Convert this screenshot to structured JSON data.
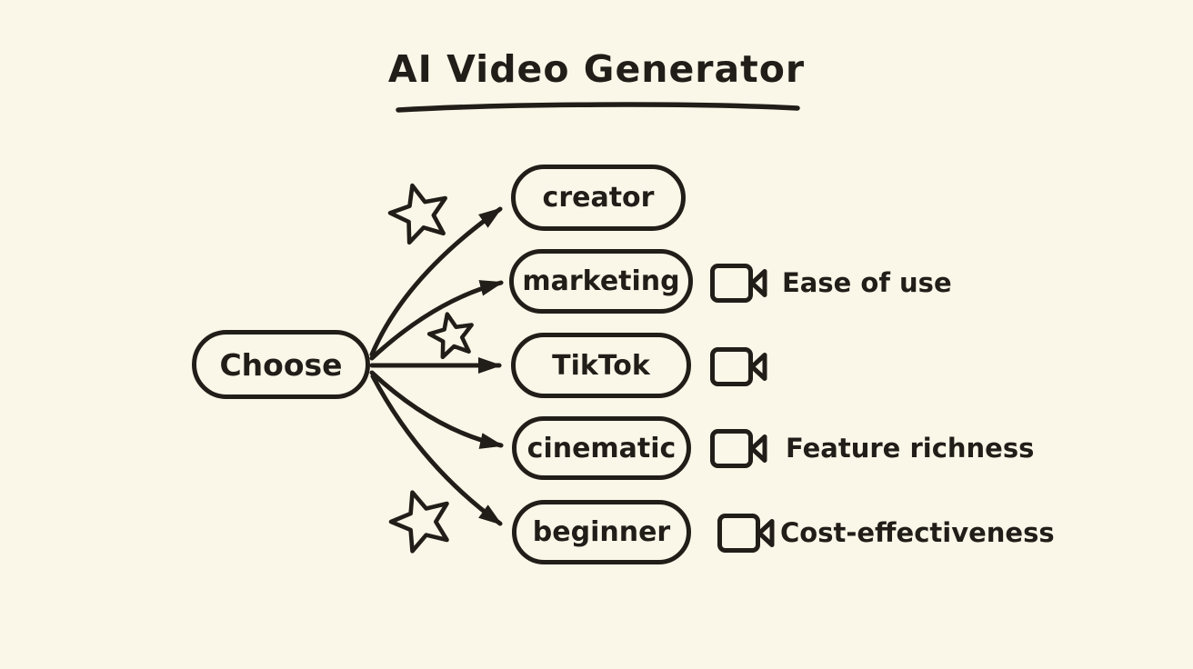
{
  "colors": {
    "background": "#faf7e8",
    "ink": "#211e19"
  },
  "title": {
    "text": "AI Video Generator"
  },
  "root_node": {
    "label": "Choose"
  },
  "options": [
    {
      "label": "creator",
      "criterion": "",
      "camera_icon": false,
      "star_icon": true
    },
    {
      "label": "marketing",
      "criterion": "Ease of use",
      "camera_icon": true,
      "star_icon": false
    },
    {
      "label": "TikTok",
      "criterion": "",
      "camera_icon": true,
      "star_icon": true
    },
    {
      "label": "cinematic",
      "criterion": "Feature richness",
      "camera_icon": true,
      "star_icon": false
    },
    {
      "label": "beginner",
      "criterion": "Cost-effectiveness",
      "camera_icon": true,
      "star_icon": true
    }
  ]
}
